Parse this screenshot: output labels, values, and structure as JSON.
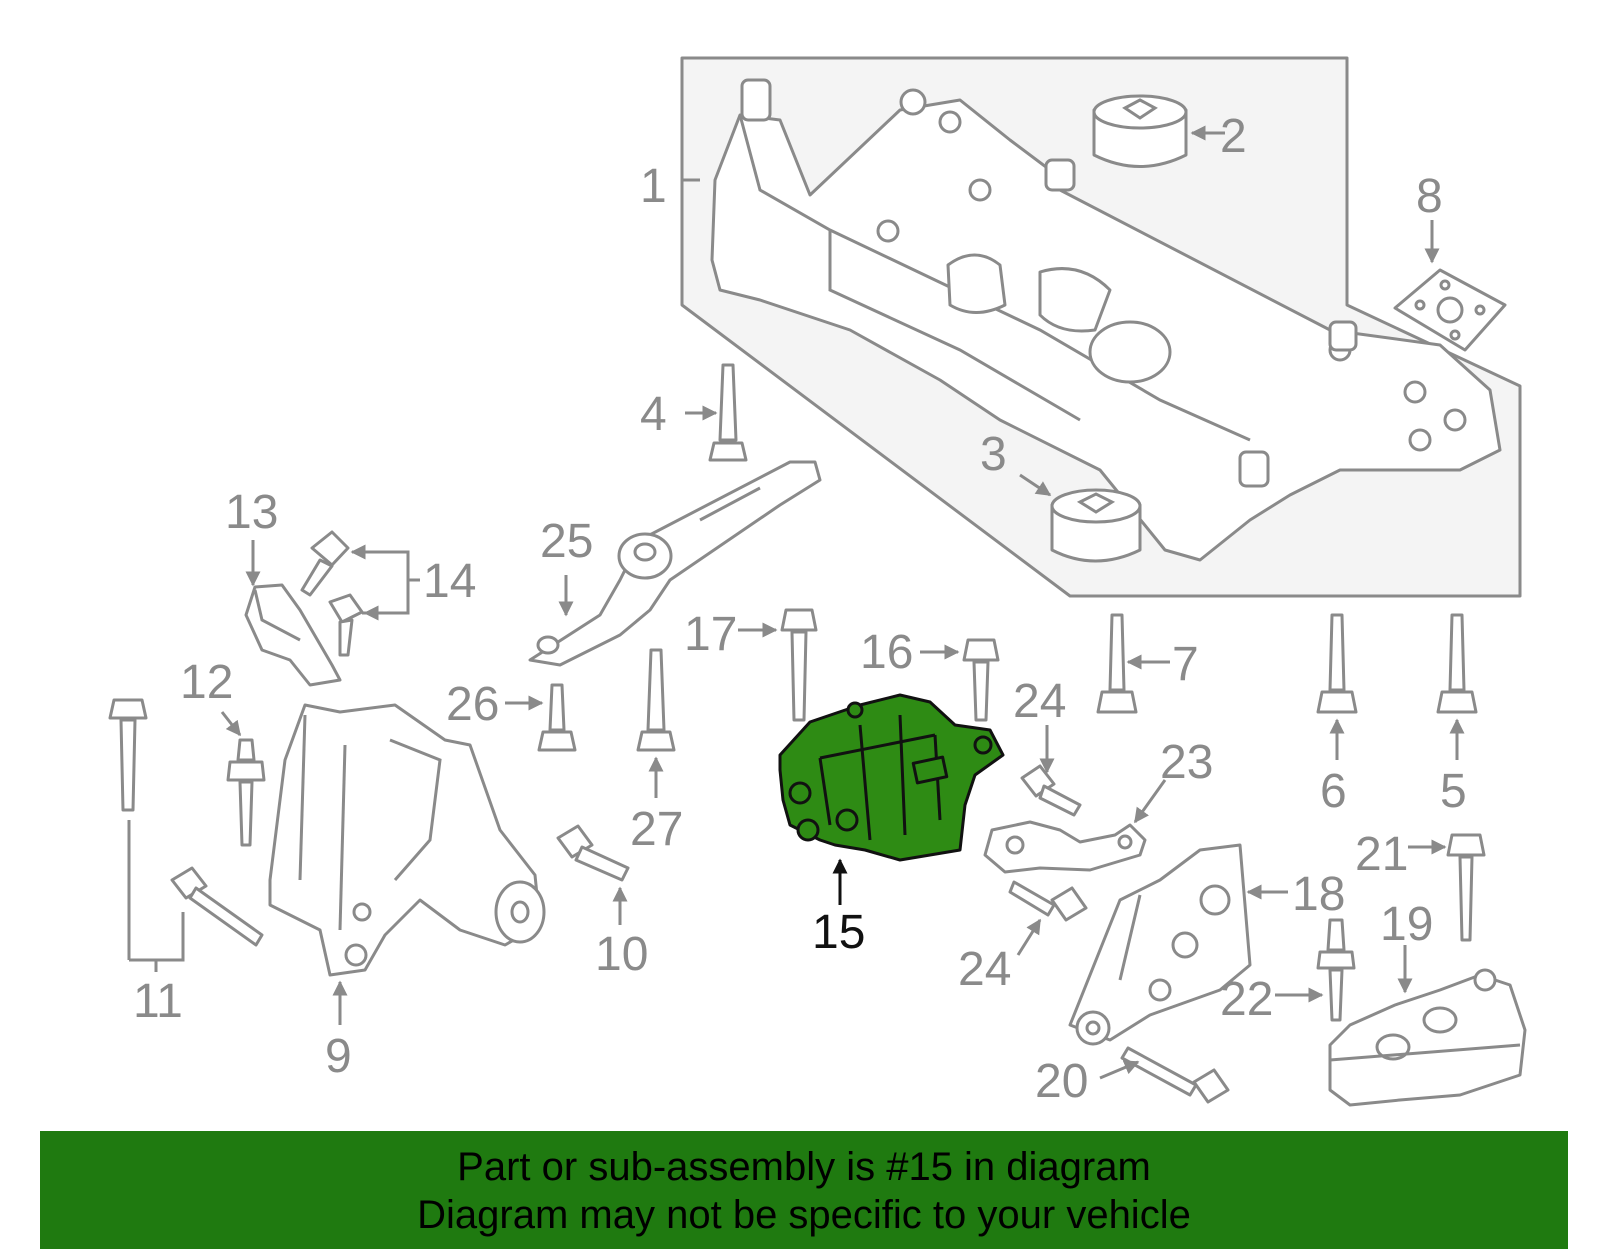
{
  "highlighted_part": "15",
  "callouts": [
    "1",
    "2",
    "3",
    "4",
    "5",
    "6",
    "7",
    "8",
    "9",
    "10",
    "11",
    "12",
    "13",
    "14",
    "15",
    "16",
    "17",
    "18",
    "19",
    "20",
    "21",
    "22",
    "23",
    "24",
    "24",
    "25",
    "26",
    "27"
  ],
  "footer": {
    "line1": "Part or sub-assembly is #15 in diagram",
    "line2": "Diagram may not be specific to your vehicle"
  },
  "colors": {
    "highlight": "#2e8b14",
    "footer_bg": "#1f7a10",
    "line": "#8a8a8a"
  }
}
